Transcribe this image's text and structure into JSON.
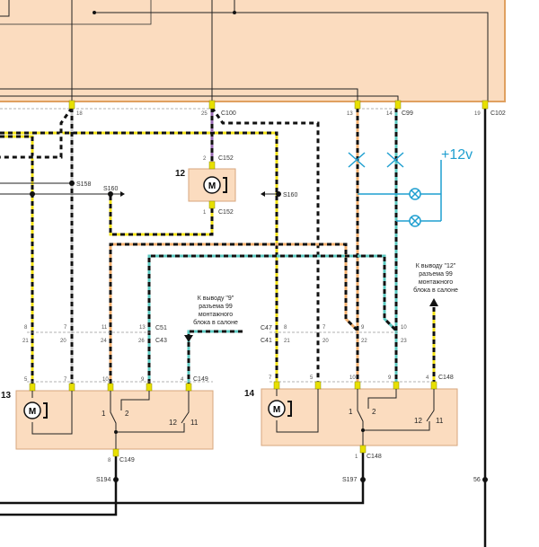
{
  "colors": {
    "yellow": "#f2e21a",
    "gray": "#c8c8c8",
    "white": "#ffffff",
    "violet": "#9a6cb5",
    "orange": "#f2b070",
    "teal": "#5cc8c0",
    "blue": "#1f9fd0",
    "module": "#fbdcbf"
  },
  "top_connectors": {
    "c100": "C100",
    "c99": "C99",
    "c102": "C102",
    "pin18": "18",
    "pin25": "25",
    "pin13": "13",
    "pin14": "14",
    "pin19": "19"
  },
  "motor12": {
    "label": "12",
    "motor": "M",
    "conn_top": "C152",
    "conn_bottom": "C152",
    "pin_top": "2",
    "pin_bottom": "1"
  },
  "splices": {
    "s158": "S158",
    "s160_left": "S160",
    "s160_right": "S160",
    "s194": "S194",
    "s197": "S197",
    "s56": "56"
  },
  "supply": {
    "label": "+12v"
  },
  "notes": {
    "left": [
      "К выводу \"9\"",
      "разъема 99",
      "монтажного",
      "блока в салоне"
    ],
    "right": [
      "К выводу \"12\"",
      "разъема 99",
      "монтажного",
      "блока в салоне"
    ]
  },
  "module13": {
    "label": "13",
    "motor": "M",
    "c51": "C51",
    "c43": "C43",
    "upper_pins": [
      "8",
      "7",
      "11",
      "13"
    ],
    "lower_pins": [
      "21",
      "20",
      "24",
      "26"
    ],
    "pins": [
      "5",
      "7",
      "10",
      "9",
      "4"
    ],
    "conn": "C149",
    "sw": [
      "1",
      "2",
      "12",
      "11"
    ],
    "bottom_pin": "8",
    "bottom_conn": "C149"
  },
  "module14": {
    "label": "14",
    "motor": "M",
    "c47": "C47",
    "c41": "C41",
    "upper_pins": [
      "8",
      "7",
      "9",
      "10"
    ],
    "lower_pins": [
      "21",
      "20",
      "22",
      "23"
    ],
    "pins": [
      "7",
      "5",
      "10",
      "9",
      "4"
    ],
    "conn": "C148",
    "sw": [
      "1",
      "2",
      "12",
      "11"
    ],
    "bottom_pin": "1",
    "bottom_conn": "C148"
  }
}
